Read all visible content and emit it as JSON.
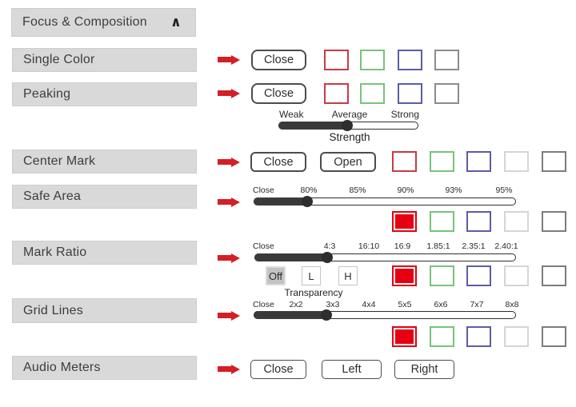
{
  "colors": {
    "bar_bg": "#d9d9d9",
    "label_text": "#3d3d3d",
    "arrow_red": "#d31f26",
    "swatch_red": "#c83a46",
    "swatch_green": "#79c37c",
    "swatch_blue": "#5c5ca8",
    "swatch_gray": "#8b8b8b",
    "swatch_light_gray": "#d5d5d5",
    "swatch_dark_gray": "#7c7c7c",
    "swatch_fill_red": "#e60012",
    "slider_fill": "#3a3a3a"
  },
  "header": {
    "title": "Focus & Composition",
    "collapse_icon": "∧"
  },
  "single_color": {
    "label": "Single Color",
    "close_button": "Close",
    "swatches": [
      "red",
      "green",
      "blue",
      "gray"
    ]
  },
  "peaking": {
    "label": "Peaking",
    "close_button": "Close",
    "swatches": [
      "red",
      "green",
      "blue",
      "gray"
    ],
    "strength_slider": {
      "ticks": [
        "Weak",
        "Average",
        "Strong"
      ],
      "caption": "Strength",
      "value": "Average"
    }
  },
  "center_mark": {
    "label": "Center Mark",
    "close_button": "Close",
    "open_button": "Open",
    "swatches": [
      "red",
      "green",
      "blue",
      "light-gray",
      "dark-gray"
    ]
  },
  "safe_area": {
    "label": "Safe Area",
    "slider": {
      "ticks": [
        "Close",
        "80%",
        "85%",
        "90%",
        "93%",
        "95%"
      ],
      "value": "80%"
    },
    "swatches": [
      "red-filled",
      "green",
      "blue",
      "light-gray",
      "dark-gray"
    ]
  },
  "mark_ratio": {
    "label": "Mark Ratio",
    "slider": {
      "ticks": [
        "Close",
        "4:3",
        "16:10",
        "16:9",
        "1.85:1",
        "2.35:1",
        "2.40:1"
      ],
      "value": "4:3"
    },
    "transparency": {
      "off": "Off",
      "low": "L",
      "high": "H",
      "caption": "Transparency",
      "selected": "Off"
    },
    "swatches": [
      "red-filled",
      "green",
      "blue",
      "light-gray",
      "dark-gray"
    ]
  },
  "grid_lines": {
    "label": "Grid Lines",
    "slider": {
      "ticks": [
        "Close",
        "2x2",
        "3x3",
        "4x4",
        "5x5",
        "6x6",
        "7x7",
        "8x8"
      ],
      "value": "3x3"
    },
    "swatches": [
      "red-filled",
      "green",
      "blue",
      "light-gray",
      "dark-gray"
    ]
  },
  "audio_meters": {
    "label": "Audio Meters",
    "close_button": "Close",
    "left_button": "Left",
    "right_button": "Right"
  }
}
